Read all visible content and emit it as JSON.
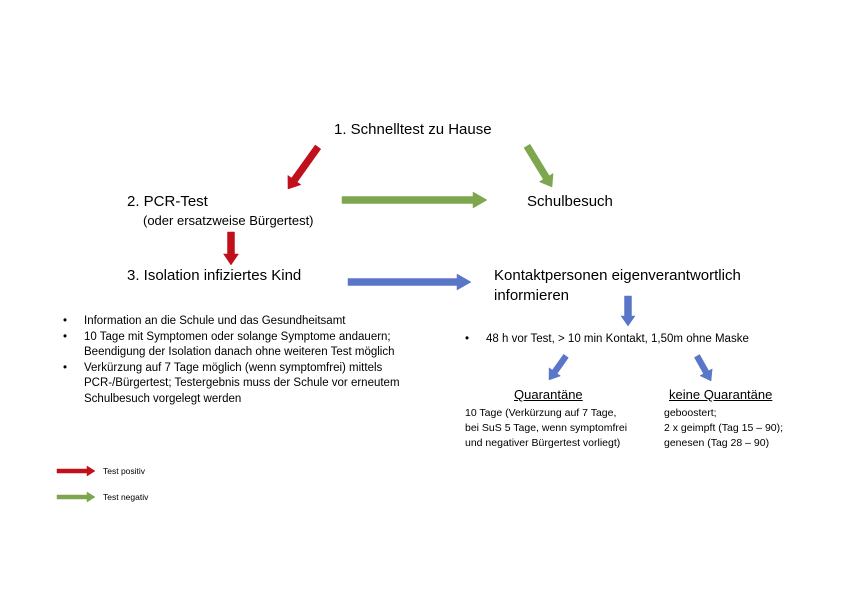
{
  "colors": {
    "red": "#c0101c",
    "green": "#7ea64e",
    "blue": "#5a76c8"
  },
  "nodes": {
    "schnelltest": "1. Schnelltest zu Hause",
    "pcr_title": "2. PCR-Test",
    "pcr_sub": "(oder ersatzweise Bürgertest)",
    "schulbesuch": "Schulbesuch",
    "isolation": "3. Isolation infiziertes Kind",
    "kontakt_line1": "Kontaktpersonen eigenverantwortlich",
    "kontakt_line2": "informieren"
  },
  "isolation_bullets": [
    "Information an die Schule und das Gesundheitsamt",
    "10 Tage mit Symptomen oder solange Symptome andauern; Beendigung der Isolation danach ohne weiteren Test möglich",
    "Verkürzung auf 7 Tage möglich (wenn symptomfrei) mittels PCR-/Bürgertest; Testergebnis muss der Schule vor erneutem Schulbesuch vorgelegt werden"
  ],
  "kontakt_bullet": "48 h vor Test, > 10 min Kontakt, 1,50m ohne Maske",
  "quarantaene": {
    "title": "Quarantäne",
    "lines": [
      "10 Tage (Verkürzung auf 7 Tage,",
      "bei SuS 5 Tage, wenn symptomfrei",
      "und negativer Bürgertest vorliegt)"
    ]
  },
  "keine_quarantaene": {
    "title": "keine Quarantäne",
    "lines": [
      "geboostert;",
      "2 x geimpft (Tag 15 – 90);",
      "genesen (Tag 28 – 90)"
    ]
  },
  "legend": {
    "positive": "Test positiv",
    "negative": "Test negativ"
  }
}
